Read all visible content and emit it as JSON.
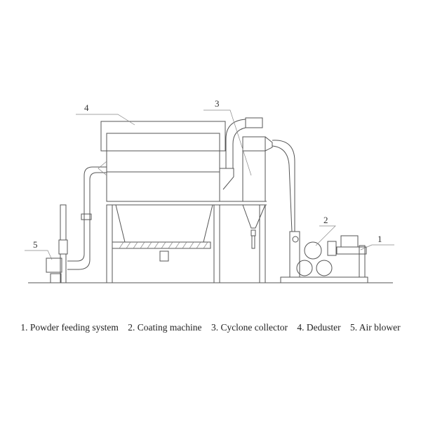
{
  "callouts": {
    "c1": "1",
    "c2": "2",
    "c3": "3",
    "c4": "4",
    "c5": "5"
  },
  "caption": [
    "1. Powder feeding system",
    "2. Coating machine",
    "3. Cyclone collector",
    "4. Deduster",
    "5. Air blower"
  ]
}
